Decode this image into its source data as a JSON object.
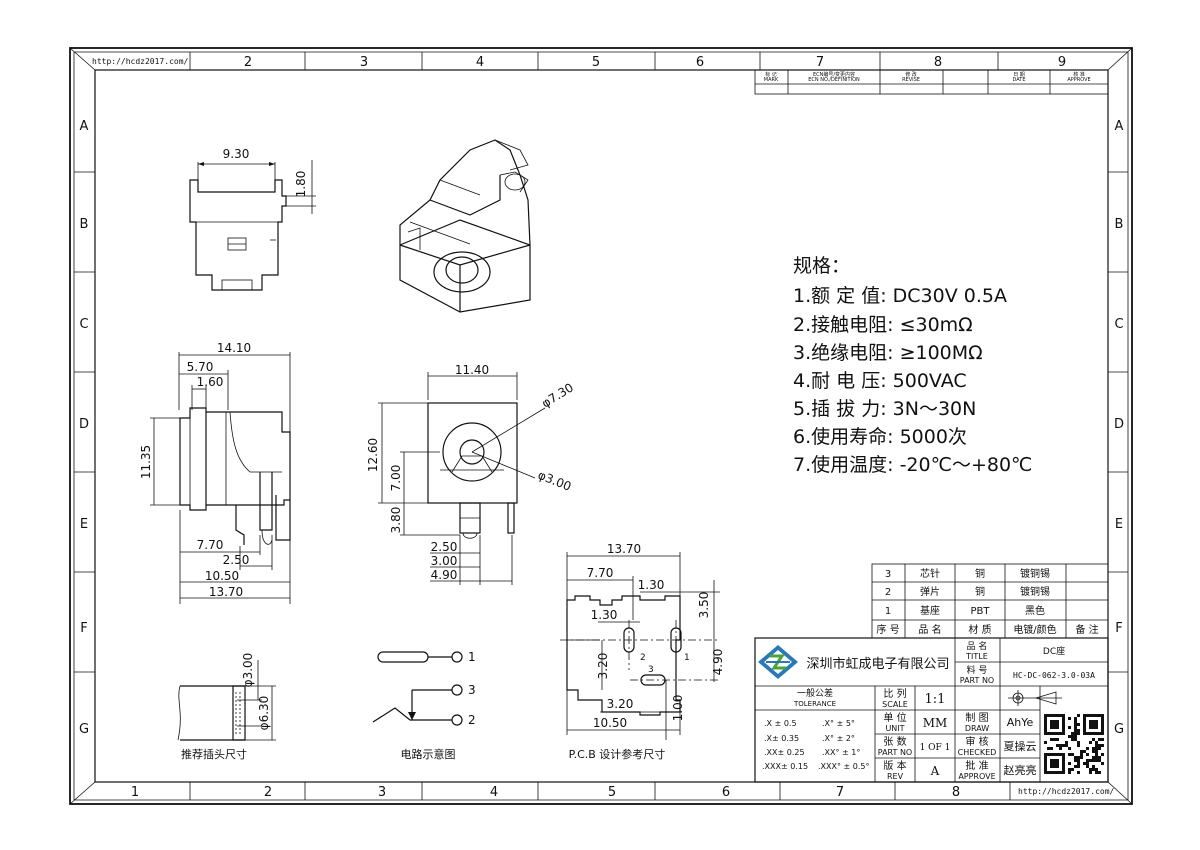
{
  "frame": {
    "url_top": "http://hcdz2017.com/",
    "url_bottom": "http://hcdz2017.com/",
    "cols_top": [
      "2",
      "3",
      "4",
      "5",
      "6",
      "7",
      "8",
      "9"
    ],
    "cols_bottom": [
      "1",
      "2",
      "3",
      "4",
      "5",
      "6",
      "7",
      "8"
    ],
    "rows": [
      "A",
      "B",
      "C",
      "D",
      "E",
      "F",
      "G"
    ]
  },
  "revision_table": {
    "headers": [
      "标 记",
      "ECN编号/变更内容",
      "修 改",
      "日 期",
      "核 准"
    ],
    "headers_en": [
      "MARK",
      "ECN NO./DEFINITION",
      "REVISE",
      "DATE",
      "APPROVE"
    ]
  },
  "specs": {
    "title": "规格：",
    "lines": [
      "1.额 定 值: DC30V 0.5A",
      "2.接触电阻: ≤30mΩ",
      "3.绝缘电阻: ≥100MΩ",
      "4.耐 电 压: 500VAC",
      "5.插 拔 力: 3N～30N",
      "6.使用寿命: 5000次",
      "7.使用温度: -20℃～+80℃"
    ]
  },
  "dims": {
    "top_view": {
      "width": "9.30",
      "pin": "1.80"
    },
    "side_view": {
      "w1": "14.10",
      "w2": "5.70",
      "w3": "1.60",
      "h": "11.35",
      "b1": "7.70",
      "b2": "2.50",
      "b3": "10.50",
      "b4": "13.70"
    },
    "front_view": {
      "w": "11.40",
      "d1": "φ7.30",
      "d2": "φ3.00",
      "h1": "12.60",
      "h2": "7.00",
      "h3": "3.80",
      "b1": "2.50",
      "b2": "3.00",
      "b3": "4.90"
    },
    "pcb": {
      "w": "13.70",
      "a": "7.70",
      "b": "1.30",
      "c": "1.30",
      "d": "3.50",
      "e": "3.20",
      "f": "4.90",
      "g": "3.20",
      "h": "1.00",
      "i": "10.50",
      "pin1": "1",
      "pin2": "2",
      "pin3": "3"
    },
    "plug": {
      "d1": "φ3.00",
      "d2": "φ6.30"
    }
  },
  "captions": {
    "plug": "推荐插头尺寸",
    "circuit": "电路示意图",
    "pcb": "P.C.B 设计参考尺寸"
  },
  "circuit": {
    "pins": [
      "1",
      "3",
      "2"
    ]
  },
  "bom": {
    "rows": [
      {
        "no": "3",
        "name": "芯针",
        "material": "铜",
        "finish": "镀铜锡"
      },
      {
        "no": "2",
        "name": "弹片",
        "material": "铜",
        "finish": "镀铜锡"
      },
      {
        "no": "1",
        "name": "基座",
        "material": "PBT",
        "finish": "黑色"
      }
    ],
    "headers": [
      "序 号",
      "品 名",
      "材 质",
      "电镀/颜色",
      "备 注"
    ]
  },
  "titleblock": {
    "company": "深圳市虹成电子有限公司",
    "title_label": "品 名",
    "title_label_en": "TITLE",
    "title_value": "DC座",
    "partno_label": "料 号",
    "partno_label_en": "PART NO",
    "partno_value": "HC-DC-062-3.0-03A",
    "tolerance_label": "一般公差",
    "tolerance_en": "TOLERANCE",
    "tol_left": [
      ".X ± 0.5",
      ".X± 0.35",
      ".XX± 0.25",
      ".XXX± 0.15"
    ],
    "tol_right": [
      ".X° ± 5°",
      ".X° ± 2°",
      ".XX° ± 1°",
      ".XXX° ± 0.5°"
    ],
    "scale_label": "比 列",
    "scale_en": "SCALE",
    "scale_value": "1:1",
    "unit_label": "单 位",
    "unit_en": "UNIT",
    "unit_value": "MM",
    "sheet_label": "张 数",
    "sheet_en": "PART NO",
    "sheet_value": "1 OF 1",
    "rev_label": "版 本",
    "rev_en": "REV",
    "rev_value": "A",
    "draw_label": "制 图",
    "draw_en": "DRAW",
    "draw_value": "AhYe",
    "check_label": "审 核",
    "check_en": "CHECKED",
    "check_value": "夏操云",
    "approve_label": "批 准",
    "approve_en": "APPROVE",
    "approve_value": "赵亮亮"
  }
}
